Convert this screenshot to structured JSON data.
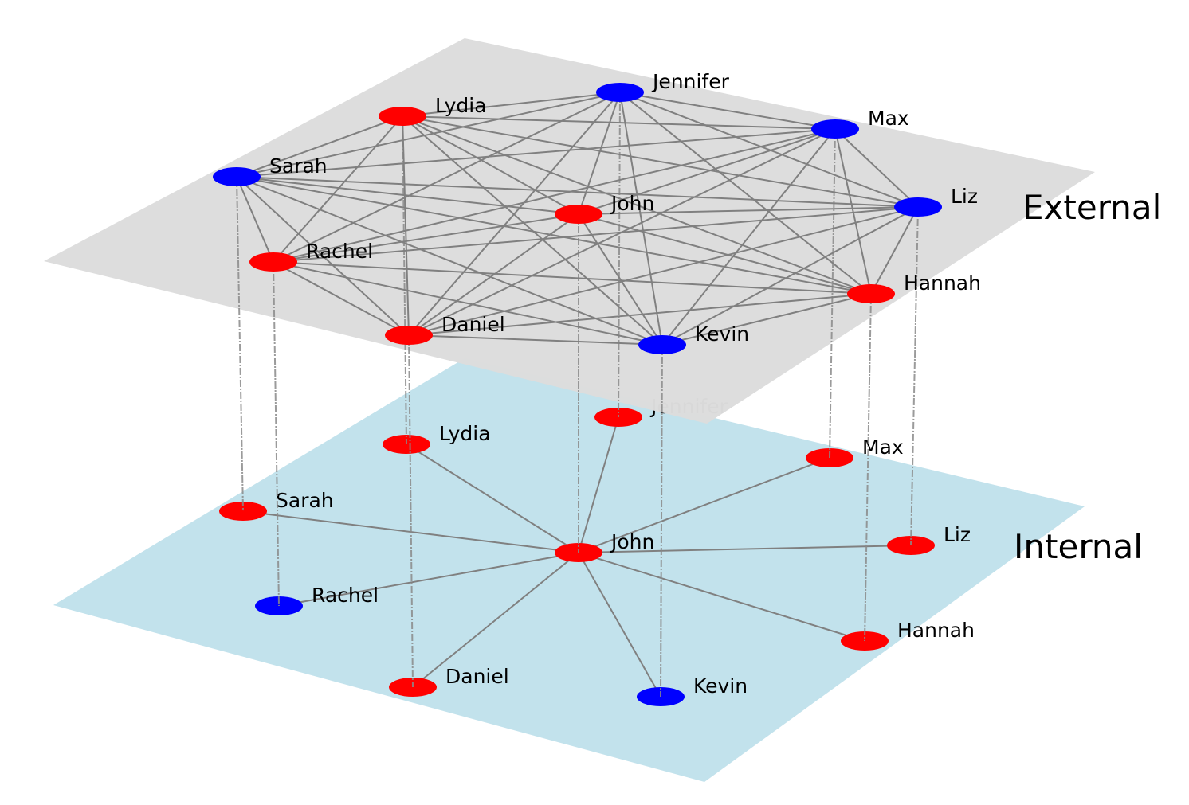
{
  "colors": {
    "external_plane": "#dcdcdc",
    "internal_plane": "#add8e6",
    "node_red": "#ff0000",
    "node_blue": "#0000ff",
    "edge": "#808080"
  },
  "layers": {
    "external": {
      "label": "External",
      "nodes": [
        {
          "id": "Lydia",
          "label": "Lydia",
          "color": "red"
        },
        {
          "id": "Jennifer",
          "label": "Jennifer",
          "color": "blue"
        },
        {
          "id": "Max",
          "label": "Max",
          "color": "blue"
        },
        {
          "id": "Sarah",
          "label": "Sarah",
          "color": "blue"
        },
        {
          "id": "John",
          "label": "John",
          "color": "red"
        },
        {
          "id": "Liz",
          "label": "Liz",
          "color": "blue"
        },
        {
          "id": "Rachel",
          "label": "Rachel",
          "color": "red"
        },
        {
          "id": "Hannah",
          "label": "Hannah",
          "color": "red"
        },
        {
          "id": "Daniel",
          "label": "Daniel",
          "color": "red"
        },
        {
          "id": "Kevin",
          "label": "Kevin",
          "color": "blue"
        }
      ],
      "edges": "complete"
    },
    "internal": {
      "label": "Internal",
      "nodes": [
        {
          "id": "Jennifer",
          "label": "Jennifer",
          "color": "red"
        },
        {
          "id": "Lydia",
          "label": "Lydia",
          "color": "red"
        },
        {
          "id": "Max",
          "label": "Max",
          "color": "red"
        },
        {
          "id": "Sarah",
          "label": "Sarah",
          "color": "red"
        },
        {
          "id": "John",
          "label": "John",
          "color": "red"
        },
        {
          "id": "Liz",
          "label": "Liz",
          "color": "red"
        },
        {
          "id": "Rachel",
          "label": "Rachel",
          "color": "blue"
        },
        {
          "id": "Hannah",
          "label": "Hannah",
          "color": "red"
        },
        {
          "id": "Daniel",
          "label": "Daniel",
          "color": "red"
        },
        {
          "id": "Kevin",
          "label": "Kevin",
          "color": "blue"
        }
      ],
      "edges": [
        [
          "John",
          "Jennifer"
        ],
        [
          "John",
          "Lydia"
        ],
        [
          "John",
          "Max"
        ],
        [
          "John",
          "Sarah"
        ],
        [
          "John",
          "Liz"
        ],
        [
          "John",
          "Rachel"
        ],
        [
          "John",
          "Hannah"
        ],
        [
          "John",
          "Daniel"
        ],
        [
          "John",
          "Kevin"
        ]
      ]
    }
  }
}
